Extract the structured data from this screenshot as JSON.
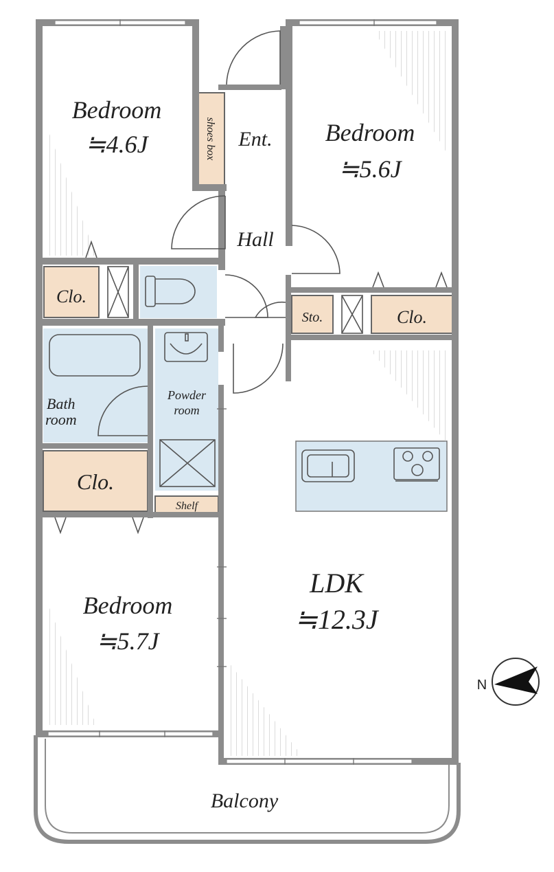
{
  "rooms": {
    "bedroom_nw": {
      "name": "Bedroom",
      "size": "≒4.6J"
    },
    "bedroom_ne": {
      "name": "Bedroom",
      "size": "≒5.6J"
    },
    "bedroom_sw": {
      "name": "Bedroom",
      "size": "≒5.7J"
    },
    "ldk": {
      "name": "LDK",
      "size": "≒12.3J"
    },
    "entrance": "Ent.",
    "hall": "Hall",
    "shoes_box": "shoes box",
    "bath": {
      "line1": "Bath",
      "line2": "room"
    },
    "powder": {
      "line1": "Powder",
      "line2": "room"
    },
    "closet_w": "Clo.",
    "closet_e": "Clo.",
    "closet_sw": "Clo.",
    "storage": "Sto.",
    "shelf": "Shelf",
    "balcony": "Balcony"
  },
  "compass": {
    "north_letter": "N"
  },
  "colors": {
    "storage_fill": "#f5dfc8",
    "wet_fill": "#d9e8f2",
    "wall": "#8c8c8c"
  }
}
